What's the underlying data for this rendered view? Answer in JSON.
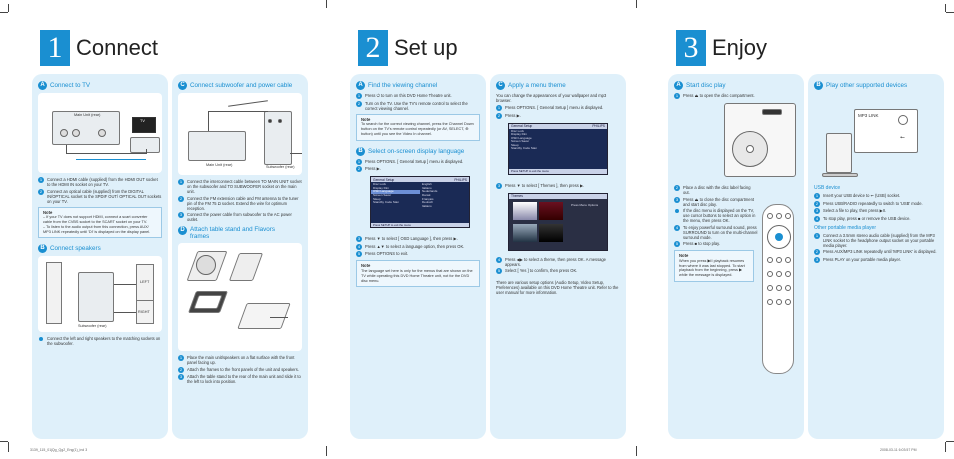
{
  "page1": {
    "number": "1",
    "title": "Connect",
    "sectionA": {
      "badge": "A",
      "title": "Connect to TV",
      "illus_labels": {
        "main_unit": "Main Unit (rear)",
        "tv": "TV"
      },
      "steps": [
        {
          "n": "1",
          "text": "Connect a HDMI cable (supplied) from the HDMI OUT socket to the HDMI IN socket on your TV."
        },
        {
          "n": "2",
          "text": "Connect an optical cable (supplied) from the DIGITAL IN/OPTICAL socket to the SPDIF OUT/ OPTICAL OUT sockets on your TV."
        }
      ],
      "note_title": "Note",
      "note_lines": [
        "– If your TV does not support HDMI, connect a scart converter cable from the CVBS socket to the SCART socket on your TV.",
        "– To listen to the audio output from this connection, press AUX/ MP3 LINK repeatedly until 'DI' is displayed on the display panel."
      ]
    },
    "sectionB": {
      "badge": "B",
      "title": "Connect speakers",
      "illus_labels": {
        "left": "LEFT",
        "right": "RIGHT",
        "sub": "Subwoofer (rear)"
      },
      "steps": [
        {
          "n": "•",
          "text": "Connect the left and right speakers to the matching sockets on the subwoofer."
        }
      ]
    },
    "sectionC": {
      "badge": "C",
      "title": "Connect subwoofer and power cable",
      "illus_labels": {
        "main_unit": "Main Unit (rear)",
        "sub": "Subwoofer (rear)"
      },
      "steps": [
        {
          "n": "1",
          "text": "Connect the interconnect cable between TO MAIN UNIT socket on the subwoofer and TO SUBWOOFER socket on the main unit."
        },
        {
          "n": "2",
          "text": "Connect the FM extension cable and FM antenna to the tuner pin of the FM 75 Ω socket. Extend the wire for optimum reception."
        },
        {
          "n": "3",
          "text": "Connect the power cable from subwoofer to the AC power outlet."
        }
      ]
    },
    "sectionD": {
      "badge": "D",
      "title": "Attach table stand and Flavors frames",
      "steps": [
        {
          "n": "1",
          "text": "Place the main unit/speakers on a flat surface with the front panel facing up."
        },
        {
          "n": "2",
          "text": "Attach the frames to the front panels of the unit and speakers."
        },
        {
          "n": "3",
          "text": "Attach the table stand to the rear of the main unit and slide it to the left to lock into position."
        }
      ]
    }
  },
  "page2": {
    "number": "2",
    "title": "Set up",
    "sectionA": {
      "badge": "A",
      "title": "Find the viewing channel",
      "steps": [
        {
          "n": "1",
          "text": "Press ⏻ to turn on this DVD Home Theatre unit."
        },
        {
          "n": "2",
          "text": "Turn on the TV. Use the TV's remote control to select the correct viewing channel."
        }
      ],
      "note_title": "Note",
      "note_text": "To search for the correct viewing channel, press the Channel Down button on the TV's remote control repeatedly (or AV, SELECT, ⊕ button) until you see the Video In channel."
    },
    "sectionB": {
      "badge": "B",
      "title": "Select on-screen display language",
      "steps": [
        {
          "n": "1",
          "text": "Press OPTIONS. [ General Setup ] menu is displayed."
        },
        {
          "n": "2",
          "text": "Press ▶."
        },
        {
          "n": "3",
          "text": "Press ▼ to select [ OSD Language ], then press ▶."
        },
        {
          "n": "4",
          "text": "Press ▲▼ to select a language option, then press OK."
        },
        {
          "n": "5",
          "text": "Press OPTIONS to exit."
        }
      ],
      "menu": {
        "header": "General Setup",
        "brand": "PHILIPS",
        "items": [
          "Disc Lock",
          "Display Dim",
          "OSD Language",
          "Screen Saver",
          "Sleep",
          "Standby Code Stan"
        ],
        "selected": 2,
        "sub_items": [
          "English",
          "Italiano",
          "Nederlands",
          "Dansk",
          "Français",
          "Deutsch",
          "Italiano"
        ],
        "footer": "Press SETUP to exit the menu"
      },
      "note_title": "Note",
      "note_text": "The language set here is only for the menus that are shown on the TV while operating this DVD Home Theatre unit, not for the DVD disc menu."
    },
    "sectionC": {
      "badge": "C",
      "title": "Apply a menu theme",
      "intro": "You can change the appearances of your wallpaper and mp3 browser.",
      "steps": [
        {
          "n": "1",
          "text": "Press OPTIONS. [ General Setup ] menu is displayed."
        },
        {
          "n": "2",
          "text": "Press ▶."
        },
        {
          "n": "3",
          "text": "Press ▼ to select [ Themes ], then press ▶."
        },
        {
          "n": "4",
          "text": "Press ◀▶ to select a theme, then press OK. A message appears."
        },
        {
          "n": "5",
          "text": "Select [ Yes ] to confirm, then press OK."
        }
      ],
      "menu": {
        "header": "General Setup",
        "brand": "PHILIPS",
        "items": [
          "Disc Lock",
          "Display Dim",
          "OSD Language",
          "Screen Saver",
          "Sleep",
          "Standby Code Stan"
        ],
        "footer": "Press SETUP to exit the menu"
      },
      "themes_title": "Themes",
      "themes_side": "Press Menu Options",
      "outro": "There are various setup options (Audio Setup, Video Setup, Preferences) available on this DVD Home Theatre unit. Refer to the user manual for more information."
    }
  },
  "page3": {
    "number": "3",
    "title": "Enjoy",
    "sectionA": {
      "badge": "A",
      "title": "Start disc play",
      "steps_top": [
        {
          "n": "1",
          "text": "Press ⏏ to open the disc compartment."
        }
      ],
      "steps": [
        {
          "n": "2",
          "text": "Place a disc with the disc label facing out."
        },
        {
          "n": "3",
          "text": "Press ⏏ to close the disc compartment and start disc play."
        },
        {
          "n": "•",
          "text": "If the disc menu is displayed on the TV, use cursor buttons to select an option in the menu, then press OK."
        },
        {
          "n": "4",
          "text": "To enjoy powerful surround sound, press SURROUND to turn on the multi-channel surround mode."
        },
        {
          "n": "5",
          "text": "Press ■ to stop play."
        }
      ],
      "note_title": "Note",
      "note_text": "When you press ▶II playback resumes from where it was last stopped. To start playback from the beginning, press ▶ while the message is displayed."
    },
    "sectionB": {
      "badge": "B",
      "title": "Play other supported devices",
      "mp3_label": "MP3 LINK",
      "usb_title": "USB device",
      "usb_steps": [
        {
          "n": "1",
          "text": "Insert your USB device to ⭠ (USB) socket."
        },
        {
          "n": "2",
          "text": "Press USB/RADIO repeatedly to switch to 'USB' mode."
        },
        {
          "n": "3",
          "text": "Select a file to play, then press ▶II."
        },
        {
          "n": "4",
          "text": "To stop play, press ■ or remove the USB device."
        }
      ],
      "other_title": "Other portable media player",
      "other_steps": [
        {
          "n": "1",
          "text": "Connect a 3.5mm stereo audio cable (supplied) from the MP3 LINK socket to the headphone output socket on your portable media player."
        },
        {
          "n": "2",
          "text": "Press AUX/MP3 LINK repeatedly until 'MP3 LINK' is displayed."
        },
        {
          "n": "3",
          "text": "Press PLAY on your portable media player."
        }
      ]
    }
  },
  "footer": {
    "left": "3139_115_01jQg_Qg2_Eng(1)_ind  3",
    "right": "2008-03-11   6:03:57 PM"
  },
  "colors": {
    "accent": "#1a8fd1",
    "panel": "#dff0fa"
  }
}
